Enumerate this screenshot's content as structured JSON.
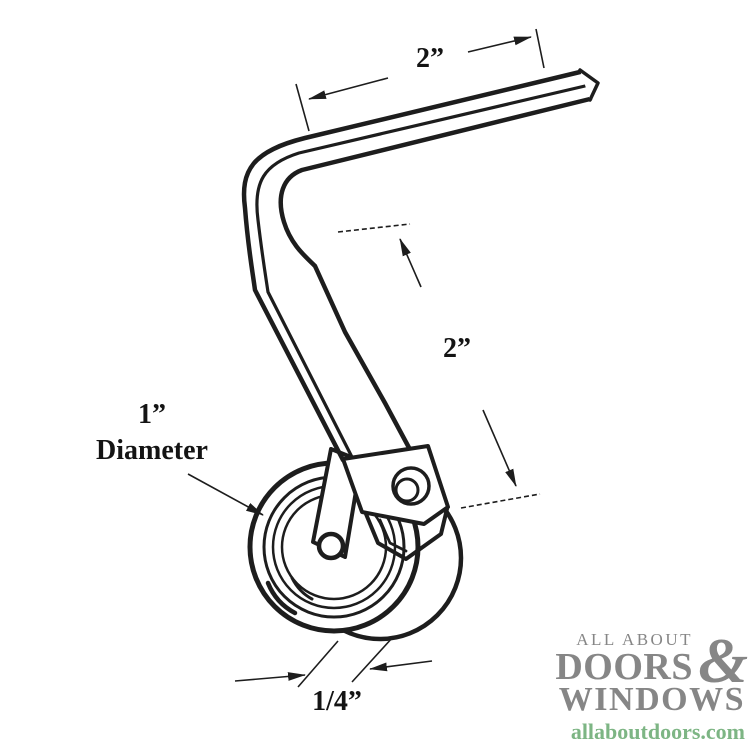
{
  "diagram": {
    "dimensions": {
      "top_length": "2”",
      "side_length": "2”",
      "wheel_diameter_value": "1”",
      "wheel_diameter_label": "Diameter",
      "wheel_width": "1/4”"
    }
  },
  "logo": {
    "line1": "ALL ABOUT",
    "ampersand": "&",
    "line2": "DOORS",
    "line3": "WINDOWS",
    "url": "allaboutdoors.com",
    "colors": {
      "gray": "#868686",
      "green": "#7db584",
      "ink": "#1d1d1d"
    }
  }
}
